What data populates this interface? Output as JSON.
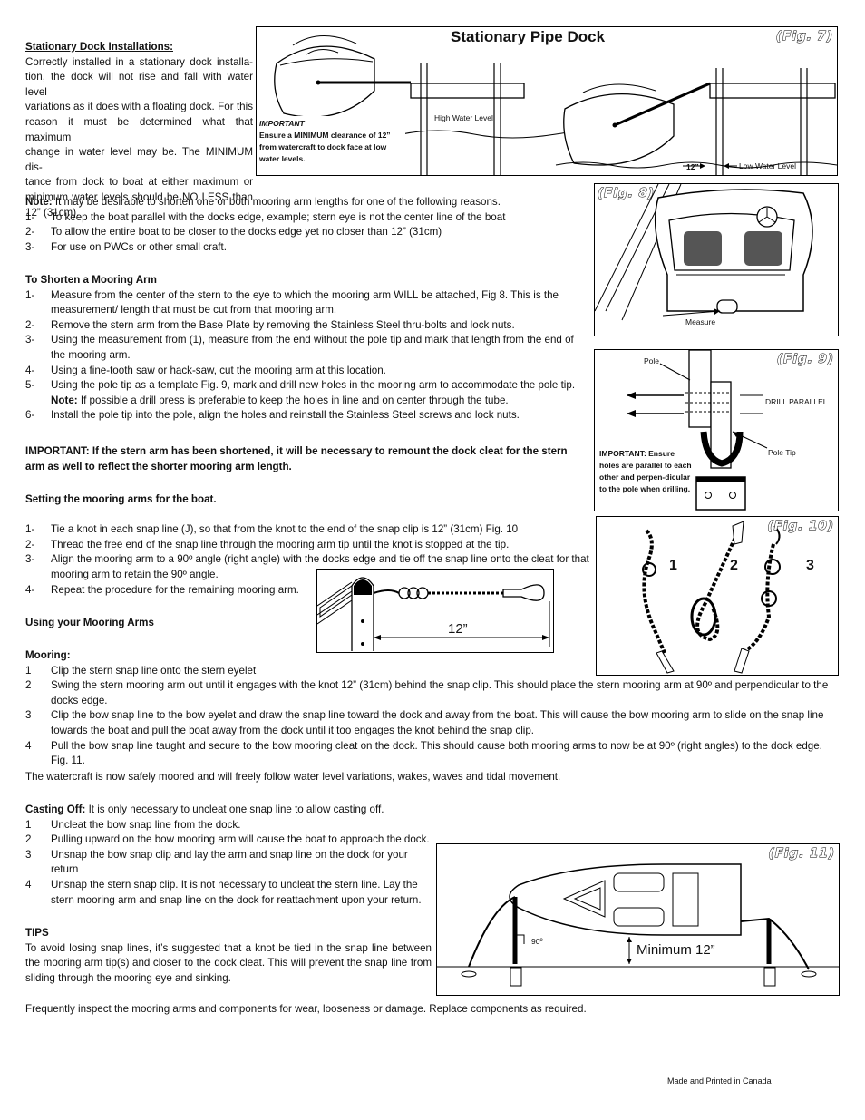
{
  "stationary": {
    "heading": "Stationary Dock Installations:",
    "lines": [
      "Correctly installed in a stationary dock installa-",
      "tion, the dock will not rise and fall with water level",
      "variations as it does with a floating dock. For this",
      "reason it must be determined what that maximum",
      "change in water level may be. The MINIMUM dis-",
      "tance from dock to boat at either maximum or",
      "minimum water levels should be NO LESS than",
      "12” (31cm)."
    ]
  },
  "fig7": {
    "title": "Stationary Pipe Dock",
    "label": "(Fig. 7)",
    "important_title": "IMPORTANT",
    "important_text": "Ensure a MINIMUM clearance of 12” from watercraft to dock face at low water levels.",
    "high_water": "High Water Level",
    "low_water": "Low Water Level",
    "clearance": "12”"
  },
  "note": {
    "label": "Note:",
    "text": " It may be desirable to shorten one or both mooring arm lengths for one of the following reasons.",
    "items": [
      {
        "n": "1-",
        "t": "To keep the boat parallel with the docks edge, example; stern eye is not the center line of the boat"
      },
      {
        "n": "2-",
        "t": "To allow the entire boat to be closer to the docks edge yet no closer than 12” (31cm)"
      },
      {
        "n": "3-",
        "t": "For use on PWCs or other small craft."
      }
    ]
  },
  "shorten": {
    "heading": "To Shorten a Mooring Arm",
    "items": [
      {
        "n": "1-",
        "t": "Measure from the center of the stern to the eye to which the mooring arm WILL be attached, Fig 8. This is the measurement/ length that must be cut from that mooring arm."
      },
      {
        "n": "2-",
        "t": "Remove the stern arm from the Base Plate by removing the Stainless Steel thru-bolts and lock nuts."
      },
      {
        "n": "3-",
        "t": "Using the measurement from (1), measure from the end without the pole tip and mark that length from the end of the mooring arm."
      },
      {
        "n": "4-",
        "t": "Using a fine-tooth saw or hack-saw, cut the mooring arm at this location."
      },
      {
        "n": "5-",
        "t": "Using the pole tip as a template Fig. 9, mark and drill new holes in the mooring arm to accommodate the pole tip."
      }
    ],
    "note_label": "Note:",
    "note_text": " If possible a drill press is preferable to keep the holes in line and on center through the tube.",
    "item6": {
      "n": "6-",
      "t": "Install the pole tip into the pole, align the holes and reinstall the Stainless Steel screws and lock nuts."
    }
  },
  "important_remount": "IMPORTANT: If the stern arm has been shortened, it will be necessary to remount the dock cleat for the stern arm as well to reflect the shorter mooring arm length.",
  "setting": {
    "heading": "Setting the mooring arms for the boat.",
    "items": [
      {
        "n": "1-",
        "t": "Tie a knot in each snap line (J), so that from the knot to the end of the  snap clip is 12” (31cm) Fig. 10"
      },
      {
        "n": "2-",
        "t": "Thread the free end of the snap line through the mooring arm tip until the knot is stopped at the tip."
      },
      {
        "n": "3-",
        "t": "Align the mooring arm to a 90º angle (right angle) with the docks edge and tie off the snap line onto the cleat for that mooring arm to retain the 90º angle."
      },
      {
        "n": "4-",
        "t": "Repeat the procedure for the remaining mooring arm."
      }
    ]
  },
  "using": {
    "heading": "Using your Mooring Arms"
  },
  "mooring": {
    "heading": "Mooring:",
    "items": [
      {
        "n": "1",
        "t": "Clip the stern snap line onto the stern eyelet"
      },
      {
        "n": "2",
        "t": "Swing the stern mooring arm out until it engages with the knot 12” (31cm) behind the snap clip. This should place the stern mooring arm at 90º and perpendicular to the docks edge."
      },
      {
        "n": "3",
        "t": "Clip the bow snap line to the bow eyelet and draw the snap line toward the dock and away from the boat. This will cause the bow mooring arm to slide on the snap line towards the boat and pull the boat away from the dock until it too engages the knot behind the snap clip."
      },
      {
        "n": "4",
        "t": "Pull the bow snap line taught and secure to the bow mooring cleat on the dock. This should cause both mooring arms to now be at 90º (right angles) to the dock edge. Fig. 11."
      }
    ]
  },
  "moored_text": "The watercraft is now  safely moored and will freely follow water level variations, wakes, waves and tidal movement.",
  "casting": {
    "label": "Casting Off:",
    "text": " It is only necessary to uncleat one snap line to allow casting off.",
    "items": [
      {
        "n": "1",
        "t": "Uncleat the bow snap line from the dock."
      },
      {
        "n": "2",
        "t": "Pulling upward on the bow mooring arm will cause the boat to approach the dock."
      },
      {
        "n": "3",
        "t": "Unsnap the bow snap clip and lay the arm and snap line on the dock for your return"
      },
      {
        "n": "4",
        "t": "Unsnap the stern snap clip. It is not necessary to uncleat the stern line. Lay the stern mooring arm and snap line on the dock for reattachment upon your return."
      }
    ]
  },
  "tips": {
    "heading": "TIPS",
    "text": "To avoid losing snap lines, it’s suggested that a knot be tied in the snap line between the mooring arm tip(s) and closer to the dock cleat. This will prevent the snap line from sliding through the mooring eye and sinking."
  },
  "inspect": "Frequently inspect the mooring arms and components for wear, looseness or damage. Replace components as required.",
  "footer": "Made and Printed in Canada",
  "fig8": {
    "label": "(Fig. 8)",
    "measure": "Measure"
  },
  "fig9": {
    "label": "(Fig. 9)",
    "pole": "Pole",
    "drill": "DRILL PARALLEL",
    "tip": "Pole Tip",
    "important_label": "IMPORTANT:",
    "important_text": " Ensure holes are parallel to each other and perpen-dicular to the pole when drilling."
  },
  "fig10": {
    "label": "(Fig. 10)",
    "n1": "1",
    "n2": "2",
    "n3": "3"
  },
  "knot_fig": {
    "length": "12”"
  },
  "fig11": {
    "label": "(Fig. 11)",
    "angle": "90º",
    "minimum": "Minimum 12”"
  }
}
